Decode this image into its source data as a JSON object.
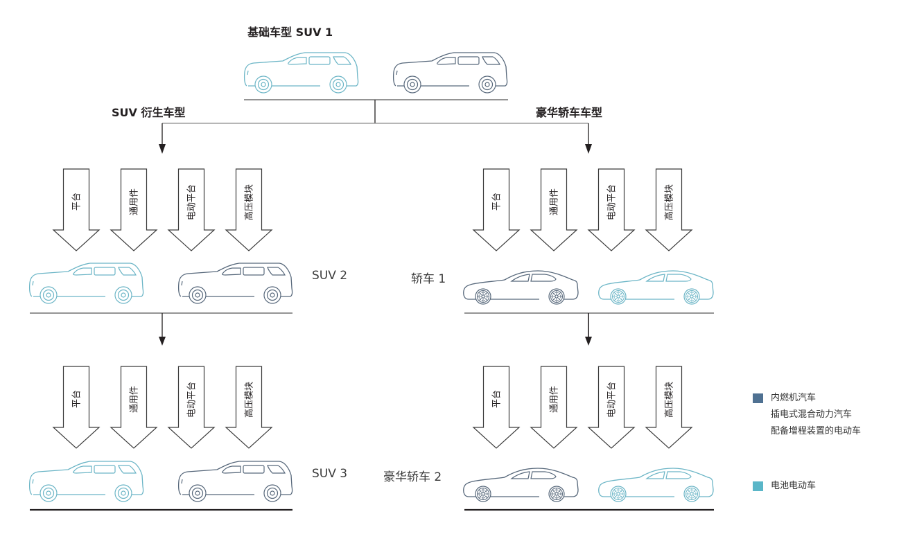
{
  "title": "基础车型 SUV 1",
  "branches": {
    "left": {
      "heading": "SUV 衍生车型"
    },
    "right": {
      "heading": "豪华轿车车型"
    }
  },
  "module_labels": [
    "平台",
    "通用件",
    "电动平台",
    "高压模块"
  ],
  "rows": {
    "suv2": {
      "label": "SUV 2"
    },
    "suv3": {
      "label": "SUV 3"
    },
    "sedan1": {
      "label": "轿车 1"
    },
    "sedan2": {
      "label": "豪华轿车 2"
    }
  },
  "legend": {
    "ice": {
      "color": "#4f7192",
      "lines": [
        "内燃机汽车",
        "插电式混合动力汽车",
        "配备增程装置的电动车"
      ]
    },
    "bev": {
      "color": "#5ab6c8",
      "lines": [
        "电池电动车"
      ]
    }
  },
  "colors": {
    "ice_outline": "#56677a",
    "bev_outline": "#6bb5c6",
    "line_grey": "#8a8a8a",
    "line_dark": "#231f20"
  }
}
